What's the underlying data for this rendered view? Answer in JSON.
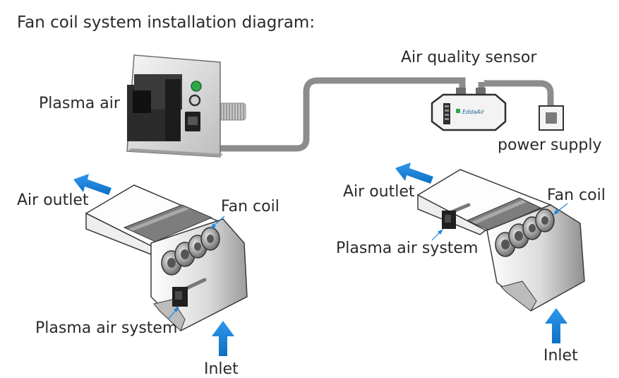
{
  "title": "Fan coil system installation diagram:",
  "labels": {
    "plasma_air": "Plasma air",
    "air_quality_sensor": "Air quality sensor",
    "power_supply": "power supply",
    "left": {
      "air_outlet": "Air outlet",
      "fan_coil": "Fan coil",
      "plasma_air_system": "Plasma air system",
      "inlet": "Inlet"
    },
    "right": {
      "air_outlet": "Air outlet",
      "fan_coil": "Fan coil",
      "plasma_air_system": "Plasma air system",
      "inlet": "Inlet"
    }
  },
  "sensor_brand": "EddaAir",
  "colors": {
    "arrow_blue": "#1a86e0",
    "cable_gray": "#8c8c8c",
    "indicator_green": "#2ea84a",
    "text": "#2a2a2a"
  }
}
